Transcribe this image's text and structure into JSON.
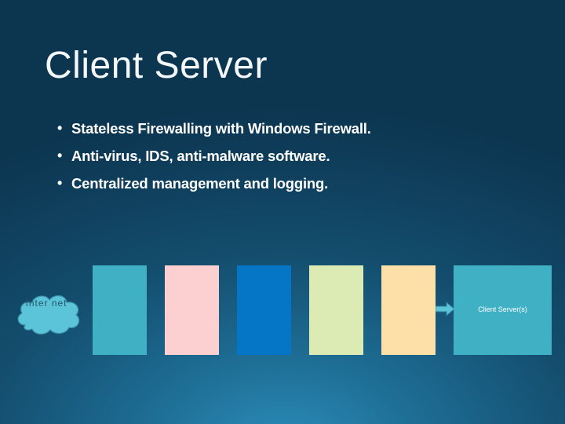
{
  "slide": {
    "title": "Client Server",
    "bullets": [
      "Stateless Firewalling with Windows Firewall.",
      "Anti-virus, IDS, anti-malware software.",
      "Centralized management and logging."
    ]
  },
  "diagram": {
    "cloud_label": "Inter net",
    "server_label": "Client Server(s)",
    "colors": {
      "box_1": "#40b0c4",
      "box_2": "#fcd0d0",
      "box_3": "#0576c6",
      "box_4": "#dcebb4",
      "box_5": "#fce0a8",
      "server_box": "#40b0c4",
      "cloud": "#5cc4d8",
      "arrow": "#5cc4d8"
    }
  }
}
